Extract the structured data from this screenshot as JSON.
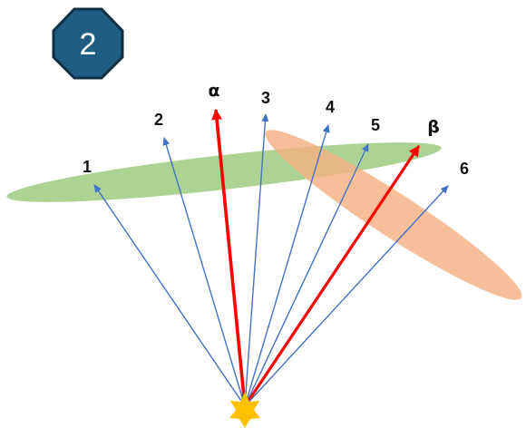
{
  "badge": {
    "number": "2",
    "fill": "#1f5d82",
    "stroke": "#0f2f44"
  },
  "rays": [
    {
      "id": "ray-1",
      "label": "1",
      "kind": "normal"
    },
    {
      "id": "ray-2",
      "label": "2",
      "kind": "normal"
    },
    {
      "id": "ray-alpha",
      "label": "α",
      "kind": "highlight"
    },
    {
      "id": "ray-3",
      "label": "3",
      "kind": "normal"
    },
    {
      "id": "ray-4",
      "label": "4",
      "kind": "normal"
    },
    {
      "id": "ray-5",
      "label": "5",
      "kind": "normal"
    },
    {
      "id": "ray-beta",
      "label": "β",
      "kind": "highlight"
    },
    {
      "id": "ray-6",
      "label": "6",
      "kind": "normal"
    }
  ],
  "colors": {
    "normal_ray": "#4472c4",
    "highlight_ray": "#ff0000",
    "green_ellipse": "#a9d18e",
    "orange_ellipse": "#f4b183",
    "star": "#ffc000"
  },
  "icons": {
    "source": "star-icon"
  }
}
